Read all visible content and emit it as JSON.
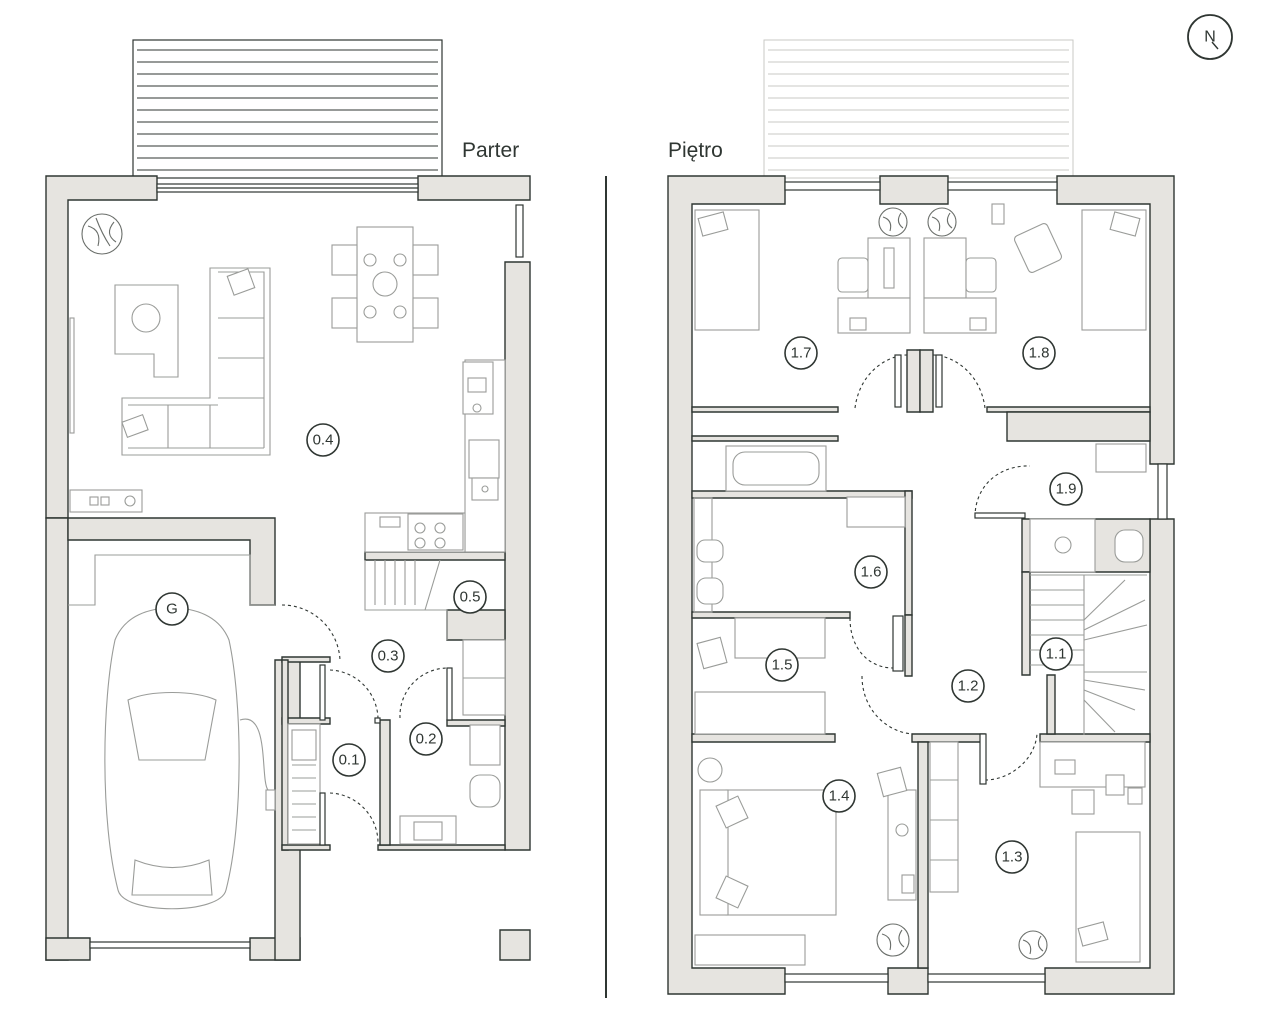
{
  "floors": {
    "ground": {
      "label": "Parter"
    },
    "upper": {
      "label": "Piętro"
    }
  },
  "compass": {
    "label": "N"
  },
  "rooms": {
    "ground": [
      "0.1",
      "0.2",
      "0.3",
      "0.4",
      "0.5",
      "G"
    ],
    "upper": [
      "1.1",
      "1.2",
      "1.3",
      "1.4",
      "1.5",
      "1.6",
      "1.7",
      "1.8",
      "1.9"
    ]
  },
  "colors": {
    "ink": "#2f3632",
    "wall_fill": "#e6e4e0",
    "furniture": "#9a9c99"
  }
}
